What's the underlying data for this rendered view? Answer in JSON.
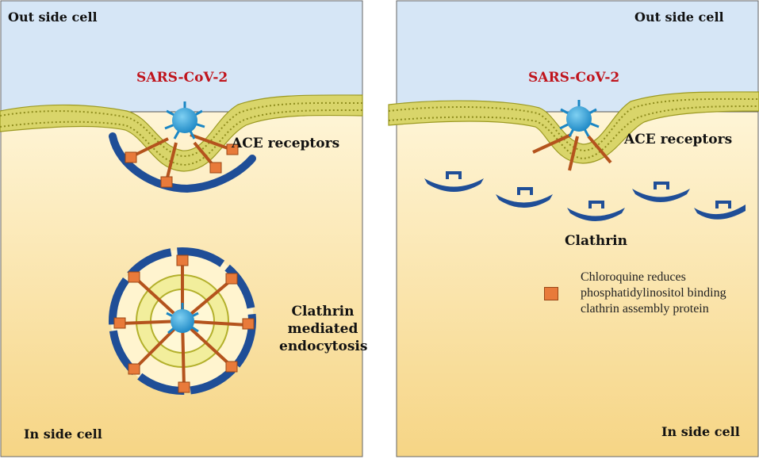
{
  "left_panel": {
    "outside_label": "Out side cell",
    "virus_label": "SARS-CoV-2",
    "receptor_label": "ACE receptors",
    "pathway_label": "Clathrin mediated endocytosis",
    "inside_label": "In side cell"
  },
  "right_panel": {
    "outside_label": "Out side cell",
    "virus_label": "SARS-CoV-2",
    "receptor_label": "ACE receptors",
    "clathrin_label": "Clathrin",
    "legend_text": "Chloroquine reduces phosphatidylinositol binding clathrin assembly protein",
    "inside_label": "In side cell"
  },
  "colors": {
    "outside": "#d6e6f6",
    "inside_top": "#fff5d8",
    "inside_bottom": "#f7d98c",
    "membrane": "#c9c43a",
    "clathrin": "#1f4e97",
    "adaptor": "#e87a3a",
    "virus": "#2aa3da",
    "virus_label": "#c0141c"
  }
}
